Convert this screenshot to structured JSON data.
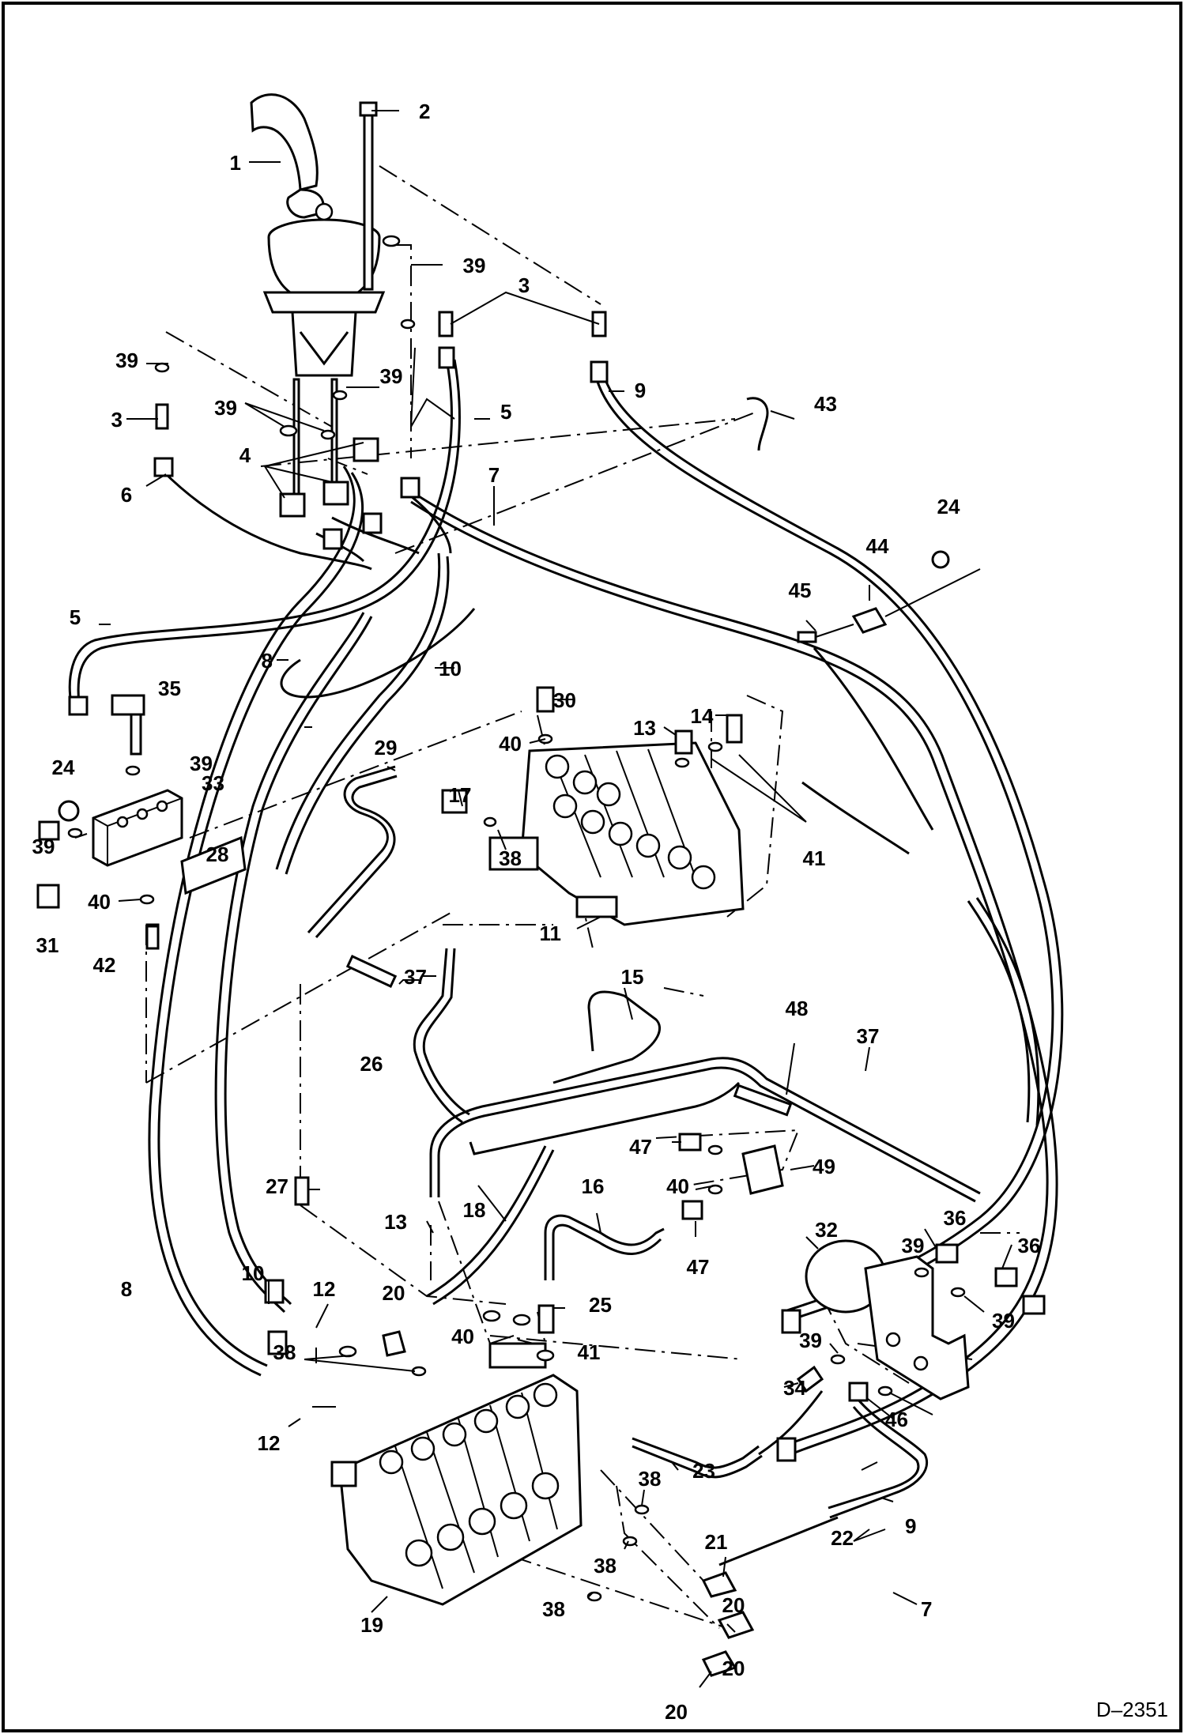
{
  "diagram": {
    "drawing_id": "D–2351",
    "labels": [
      "1",
      "2",
      "3",
      "3",
      "4",
      "5",
      "5",
      "6",
      "7",
      "7",
      "8",
      "8",
      "9",
      "9",
      "10",
      "10",
      "11",
      "12",
      "12",
      "13",
      "13",
      "14",
      "15",
      "16",
      "17",
      "18",
      "19",
      "20",
      "20",
      "20",
      "20",
      "21",
      "22",
      "23",
      "24",
      "24",
      "25",
      "26",
      "27",
      "28",
      "29",
      "30",
      "31",
      "32",
      "33",
      "34",
      "35",
      "36",
      "36",
      "37",
      "37",
      "38",
      "38",
      "38",
      "38",
      "38",
      "39",
      "39",
      "39",
      "39",
      "39",
      "39",
      "39",
      "39",
      "39",
      "40",
      "40",
      "40",
      "40",
      "41",
      "41",
      "42",
      "43",
      "44",
      "45",
      "46",
      "47",
      "47",
      "48",
      "49"
    ]
  }
}
